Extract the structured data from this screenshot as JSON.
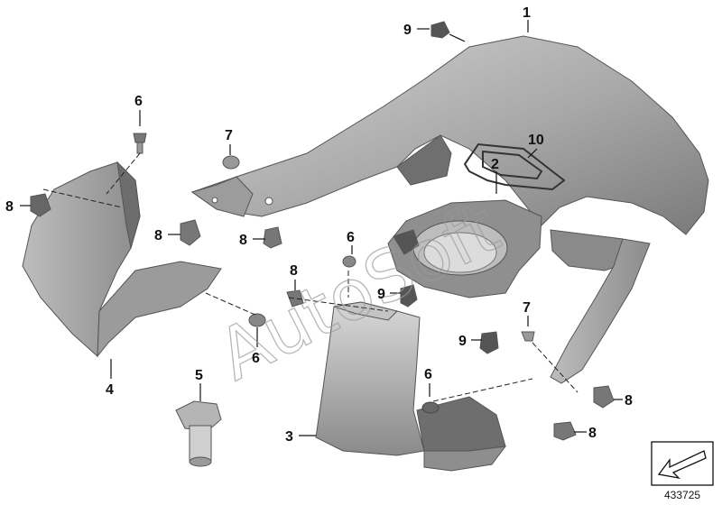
{
  "watermark": "AutoSoft",
  "reference_number": "433725",
  "callouts": {
    "c1": "1",
    "c2": "2",
    "c3": "3",
    "c4": "4",
    "c5": "5",
    "c6a": "6",
    "c6b": "6",
    "c6c": "6",
    "c6d": "6",
    "c7a": "7",
    "c7b": "7",
    "c8a": "8",
    "c8b": "8",
    "c8c": "8",
    "c8d": "8",
    "c8e": "8",
    "c8f": "8",
    "c9a": "9",
    "c9b": "9",
    "c9c": "9",
    "c10": "10"
  },
  "colors": {
    "part_light": "#c9c9c9",
    "part_mid": "#a9a9a9",
    "part_dark": "#7e7e7e",
    "part_shadow": "#5f5f5f",
    "text": "#111111"
  }
}
